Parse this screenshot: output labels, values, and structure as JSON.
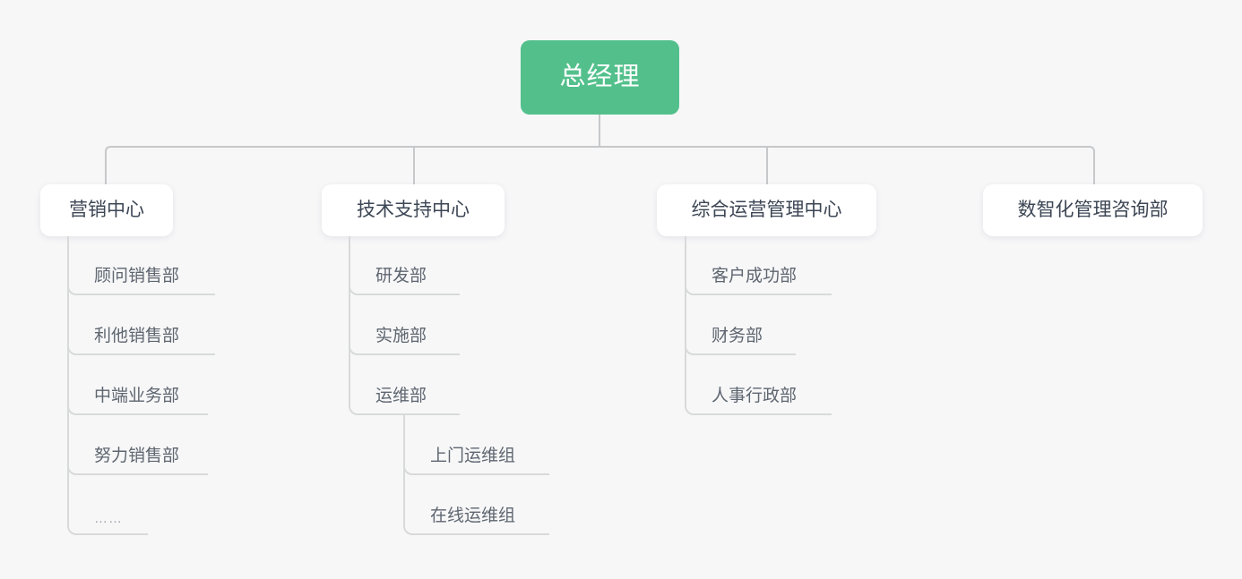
{
  "theme": {
    "background": "#f7f7f8",
    "root_fill": "#53c08c",
    "root_text": "#ffffff",
    "node_fill": "#ffffff",
    "node_text": "#3c4654",
    "leaf_text": "#5e6670",
    "connector": "#c6c8c9",
    "leaf_connector": "#d8dada"
  },
  "org": {
    "root": {
      "label": "总经理"
    },
    "departments": [
      {
        "label": "营销中心",
        "children": [
          {
            "label": "顾问销售部"
          },
          {
            "label": "利他销售部"
          },
          {
            "label": "中端业务部"
          },
          {
            "label": "努力销售部"
          },
          {
            "label": "……"
          }
        ]
      },
      {
        "label": "技术支持中心",
        "children": [
          {
            "label": "研发部"
          },
          {
            "label": "实施部"
          },
          {
            "label": "运维部",
            "children": [
              {
                "label": "上门运维组"
              },
              {
                "label": "在线运维组"
              }
            ]
          }
        ]
      },
      {
        "label": "综合运营管理中心",
        "children": [
          {
            "label": "客户成功部"
          },
          {
            "label": "财务部"
          },
          {
            "label": "人事行政部"
          }
        ]
      },
      {
        "label": "数智化管理咨询部",
        "children": []
      }
    ]
  }
}
